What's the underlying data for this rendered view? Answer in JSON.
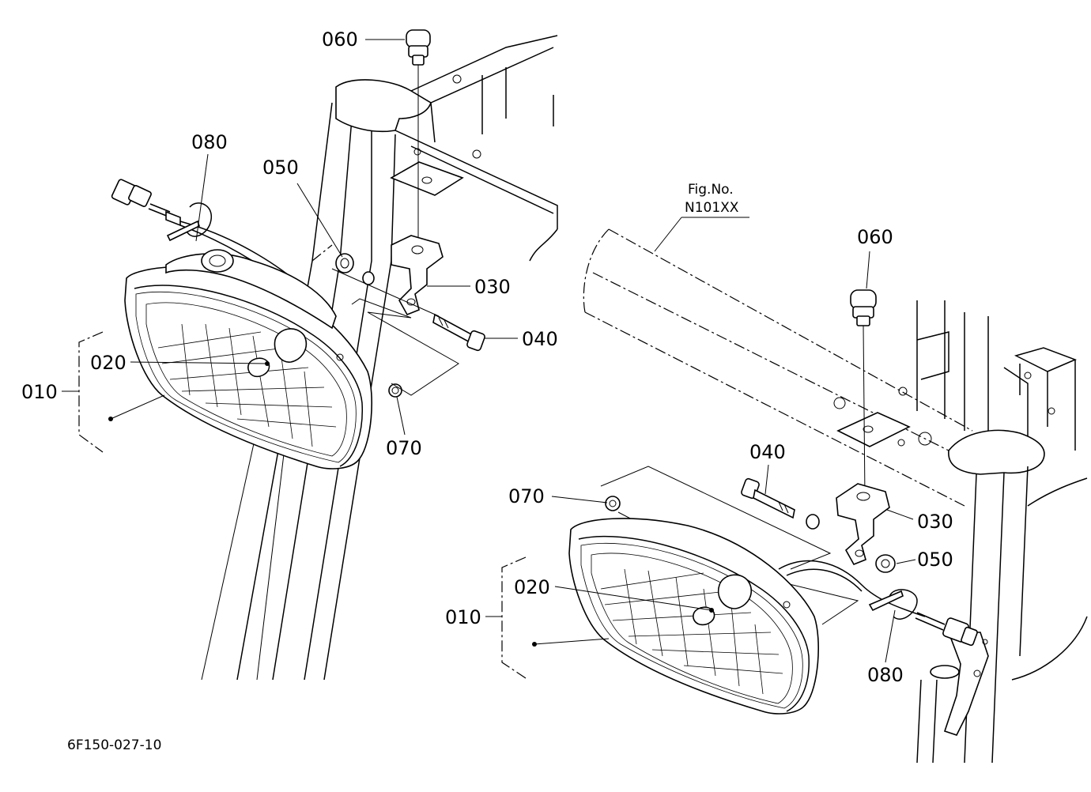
{
  "left_view": {
    "labels": {
      "p060": "060",
      "p080": "080",
      "p050": "050",
      "p030": "030",
      "p040": "040",
      "p020": "020",
      "p010": "010",
      "p070": "070"
    }
  },
  "right_view": {
    "fig_no_label": "Fig.No.",
    "fig_no_value": "N101XX",
    "labels": {
      "p060": "060",
      "p040": "040",
      "p070": "070",
      "p030": "030",
      "p050": "050",
      "p020": "020",
      "p010": "010",
      "p080": "080"
    }
  },
  "drawing_code": "6F150-027-10"
}
